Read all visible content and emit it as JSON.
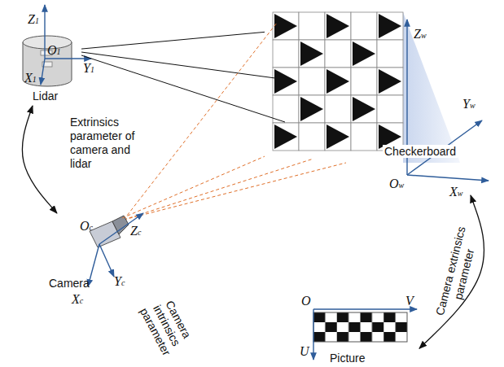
{
  "diagram": {
    "nodes": [
      {
        "text": [
          "Lidar"
        ]
      },
      {
        "text": [
          "Checkerboard"
        ]
      },
      {
        "text": [
          "Camera"
        ]
      },
      {
        "text": [
          "Picture"
        ]
      }
    ],
    "edges": [
      {
        "from": 0,
        "to": 1,
        "arrow": "none"
      },
      {
        "from": 2,
        "to": 1,
        "arrow": "none"
      },
      {
        "from": 0,
        "to": 2,
        "arrow": "both",
        "label": "Extrinsics parameter of camera and lidar"
      },
      {
        "from": 1,
        "to": 3,
        "arrow": "both",
        "label": "Camera extrinsics parameter"
      }
    ],
    "labels": [
      "Z1",
      "O1",
      "Y1",
      "X1",
      "Zw",
      "Yw",
      "Ow",
      "Xw",
      "Zc",
      "Oc",
      "Yc",
      "Xc",
      "O",
      "V",
      "U",
      "Camera intrinsics parameter"
    ]
  }
}
